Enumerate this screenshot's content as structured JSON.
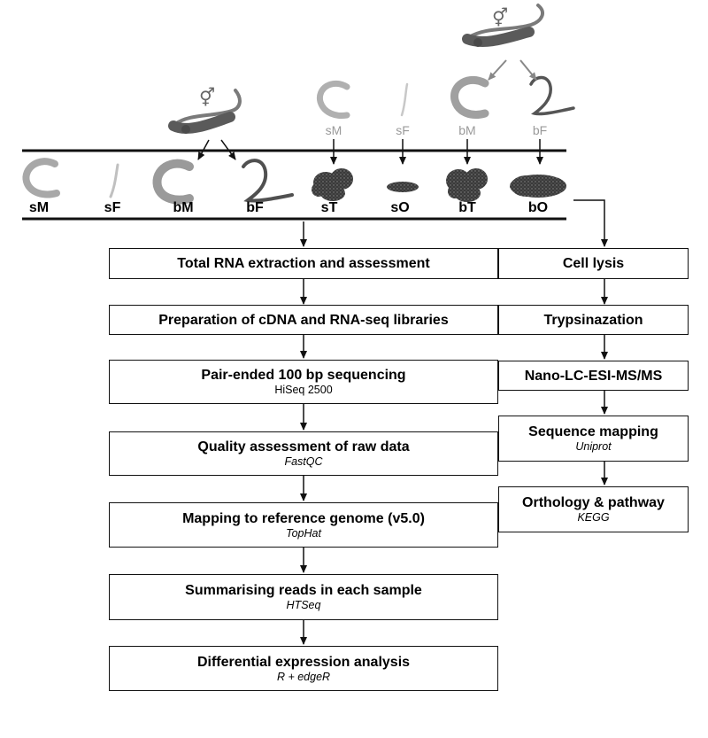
{
  "symbols": {
    "couple": "⚥"
  },
  "top_labels": [
    "sM",
    "sF",
    "bM",
    "bF"
  ],
  "sample_labels": [
    "sM",
    "sF",
    "bM",
    "bF",
    "sT",
    "sO",
    "bT",
    "bO"
  ],
  "rna_steps": [
    {
      "title": "Total RNA extraction and assessment",
      "tool": ""
    },
    {
      "title": "Preparation of cDNA and RNA-seq libraries",
      "tool": ""
    },
    {
      "title": "Pair-ended 100 bp sequencing",
      "tool": "HiSeq 2500"
    },
    {
      "title": "Quality assessment of raw data",
      "tool": "FastQC"
    },
    {
      "title": "Mapping to reference genome (v5.0)",
      "tool": "TopHat"
    },
    {
      "title": "Summarising reads in each sample",
      "tool": "HTSeq"
    },
    {
      "title": "Differential expression analysis",
      "tool": "R + edgeR"
    }
  ],
  "protein_steps": [
    {
      "title": "Cell lysis",
      "tool": ""
    },
    {
      "title": "Trypsinazation",
      "tool": ""
    },
    {
      "title": "Nano-LC-ESI-MS/MS",
      "tool": ""
    },
    {
      "title": "Sequence mapping",
      "tool": "Uniprot"
    },
    {
      "title": "Orthology & pathway",
      "tool": "KEGG"
    }
  ],
  "colors": {
    "line": "#111111",
    "gray_label": "#9a9a9a",
    "arrow_gray": "#888888",
    "worm_fill": "#7a7a7a",
    "organ_fill": "#3a3a3a"
  }
}
